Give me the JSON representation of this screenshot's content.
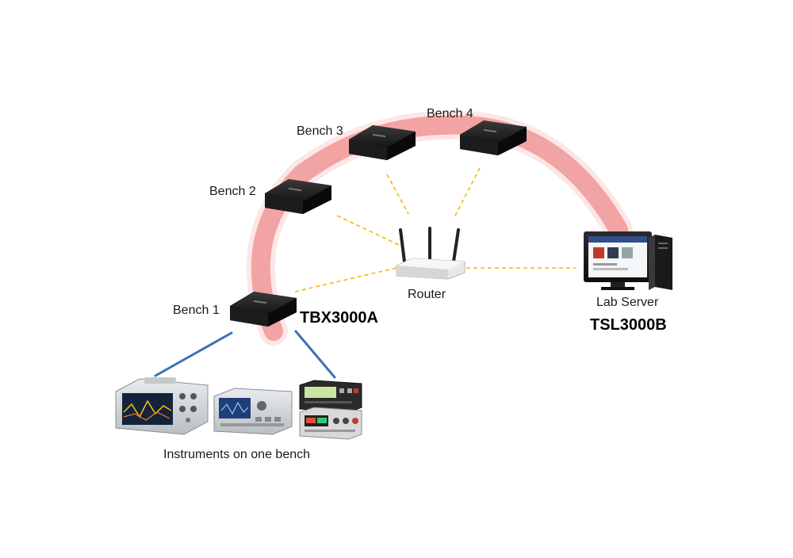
{
  "diagram": {
    "benches": [
      {
        "label": "Bench 1"
      },
      {
        "label": "Bench 2"
      },
      {
        "label": "Bench 3"
      },
      {
        "label": "Bench 4"
      }
    ],
    "bench_model": "TBX3000A",
    "router_label": "Router",
    "server_label": "Lab Server",
    "server_model": "TSL3000B",
    "instruments_label": "Instruments on one bench"
  },
  "colors": {
    "arc": "#f2a3a3",
    "arc_glow": "#fbd6d6",
    "wifi_link": "#f2b800",
    "cable": "#3a70b8",
    "device_body": "#1e1e1e"
  }
}
